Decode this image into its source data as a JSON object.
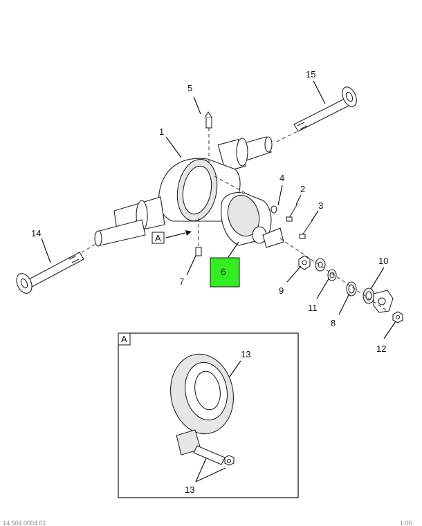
{
  "callouts": {
    "c1": "1",
    "c2": "2",
    "c3": "3",
    "c4": "4",
    "c5": "5",
    "c6": "6",
    "c7": "7",
    "c8": "8",
    "c9": "9",
    "c10": "10",
    "c11": "11",
    "c12": "12",
    "c13a": "13",
    "c13b": "13",
    "c14": "14",
    "c15": "15"
  },
  "view_ref": {
    "main": "A",
    "detail": "A"
  },
  "highlight": {
    "label": "6",
    "color": "#33ee22"
  },
  "footer": {
    "left": "14 504 0004 01",
    "right": "1 00"
  }
}
